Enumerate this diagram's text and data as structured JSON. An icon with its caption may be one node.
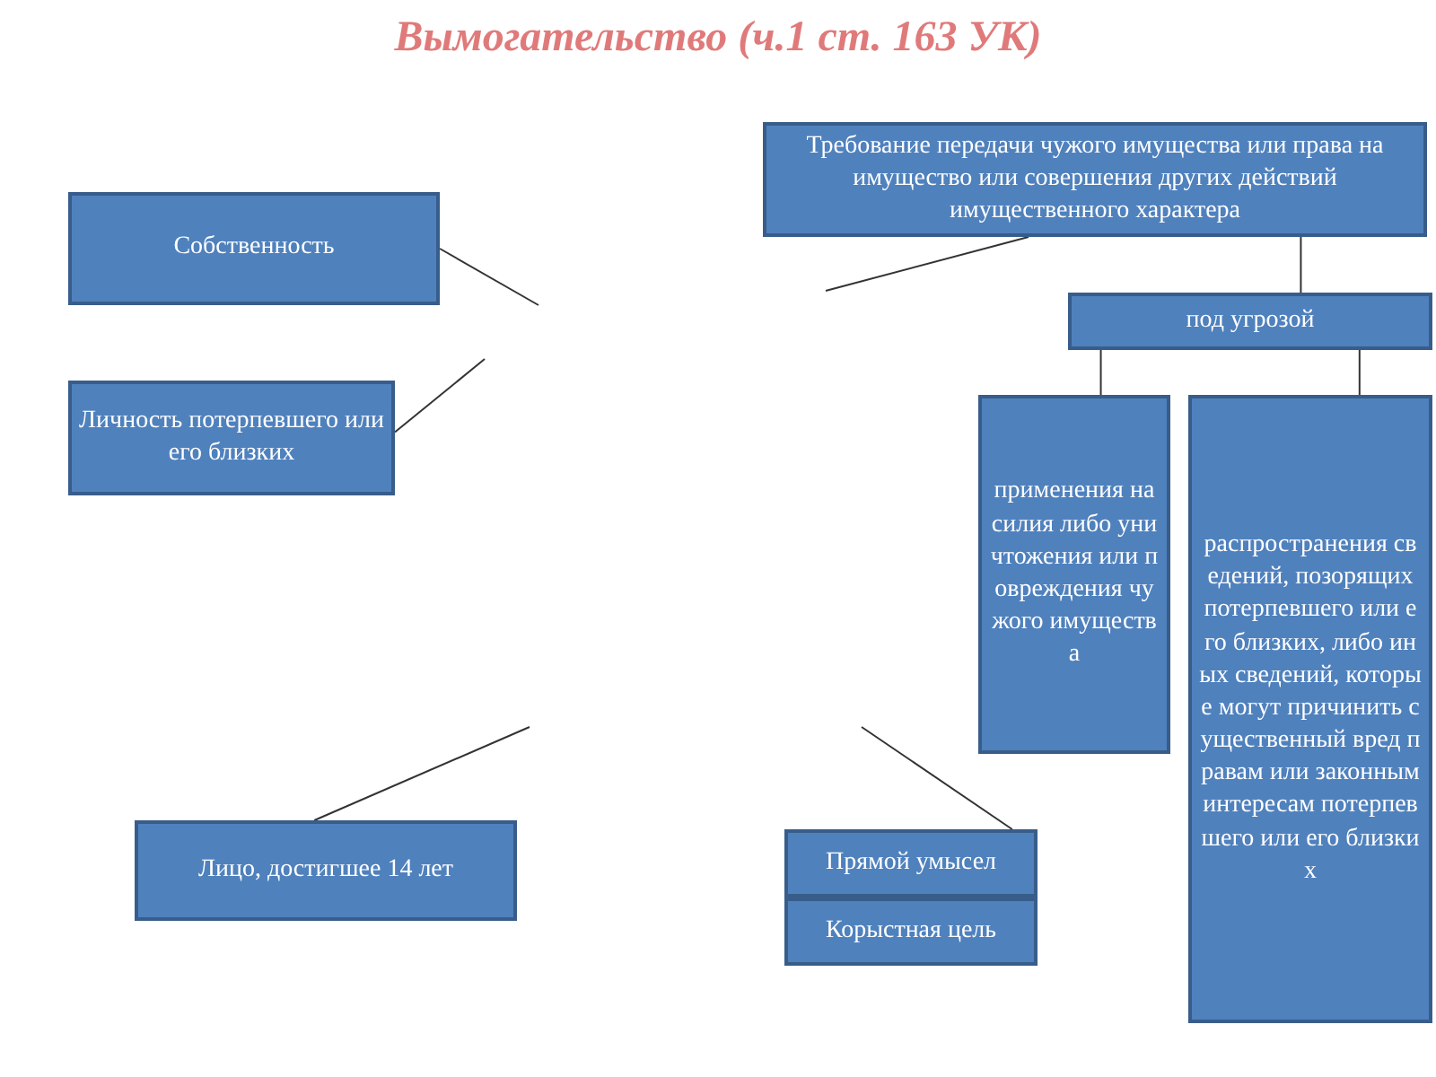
{
  "diagram": {
    "title": "Вымогательство (ч.1 ст. 163  УК)",
    "nodes": [
      {
        "text": [
          "Собственность"
        ]
      },
      {
        "text": [
          "Личность потерпевшего или его близких"
        ]
      },
      {
        "text": [
          "Требование передачи чужого имущества или права на имущество или совершения других действий имущественного характера"
        ]
      },
      {
        "text": [
          "под угрозой"
        ]
      },
      {
        "text": [
          "применения насилия либо уничтожения или повреждения чужого имущества"
        ]
      },
      {
        "text": [
          "распространения сведений, позорящих потерпевшего или его близких, либо иных сведений, которые могут причинить существенный вред правам или законным интересам потерпевшего или его близких"
        ]
      },
      {
        "text": [
          "Лицо, достигшее 14 лет"
        ]
      },
      {
        "text": [
          "Прямой умысел"
        ]
      },
      {
        "text": [
          "Корыстная цель"
        ]
      }
    ],
    "edges": [
      {
        "from": 0,
        "to": null,
        "arrow": "none"
      },
      {
        "from": 1,
        "to": null,
        "arrow": "none"
      },
      {
        "from": 2,
        "to": null,
        "arrow": "none"
      },
      {
        "from": 2,
        "to": 3,
        "arrow": "none"
      },
      {
        "from": 3,
        "to": 4,
        "arrow": "none"
      },
      {
        "from": 3,
        "to": 5,
        "arrow": "none"
      },
      {
        "from": 6,
        "to": null,
        "arrow": "none"
      },
      {
        "from": 7,
        "to": null,
        "arrow": "none"
      }
    ]
  }
}
